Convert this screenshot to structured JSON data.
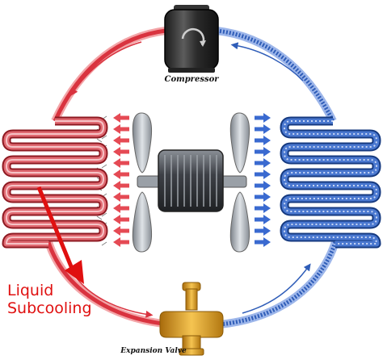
{
  "labels": {
    "compressor": "Compressor",
    "expansion_valve": "Expansion Valve",
    "liquid_line1": "Liquid",
    "liquid_line2": "Subcooling"
  },
  "colors": {
    "hot": "#d9333f",
    "hot_light": "#f3a5a8",
    "cold": "#2f5db8",
    "cold_light": "#9db6ea",
    "accent_red": "#e01010",
    "brass": "#e2a21d",
    "fan_blade": "#a9aeb4",
    "motor": "#4b4f55"
  },
  "icons": [
    "compressor-icon",
    "fan-motor-icon",
    "fan-blade-icon",
    "expansion-valve-icon",
    "airflow-arrow-icon"
  ]
}
